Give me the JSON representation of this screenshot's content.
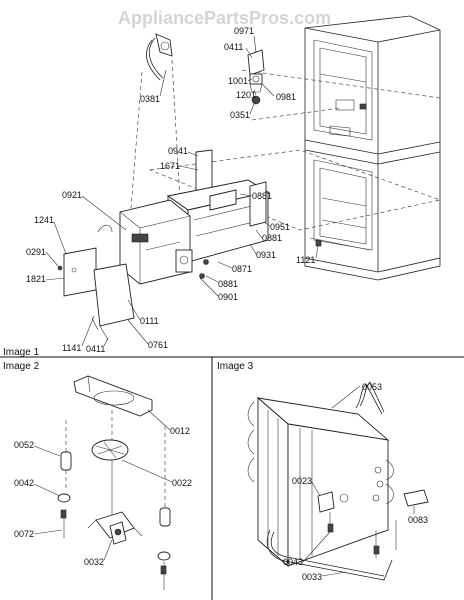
{
  "watermark": "AppliancePartsPros.com",
  "images": {
    "image1": "Image 1",
    "image2": "Image 2",
    "image3": "Image 3"
  },
  "callouts": {
    "c0381": "0381",
    "c0971": "0971",
    "c0411a": "0411",
    "c1001": "1001",
    "c1201": "1201",
    "c0981": "0981",
    "c0351": "0351",
    "c0941": "0941",
    "c1671": "1671",
    "c0921": "0921",
    "c1241": "1241",
    "c0291": "0291",
    "c1821": "1821",
    "c0881a": "0881",
    "c0881b": "0881",
    "c0881c": "0881",
    "c0951": "0951",
    "c0931": "0931",
    "c0871": "0871",
    "c1121": "1121",
    "c0901": "0901",
    "c0111": "0111",
    "c0761": "0761",
    "c1141": "1141",
    "c0411b": "0411",
    "c0012": "0012",
    "c0052": "0052",
    "c0042": "0042",
    "c0022": "0022",
    "c0072": "0072",
    "c0032": "0032",
    "c0053": "0053",
    "c0023": "0023",
    "c0083": "0083",
    "c0043": "0043",
    "c0033": "0033"
  }
}
